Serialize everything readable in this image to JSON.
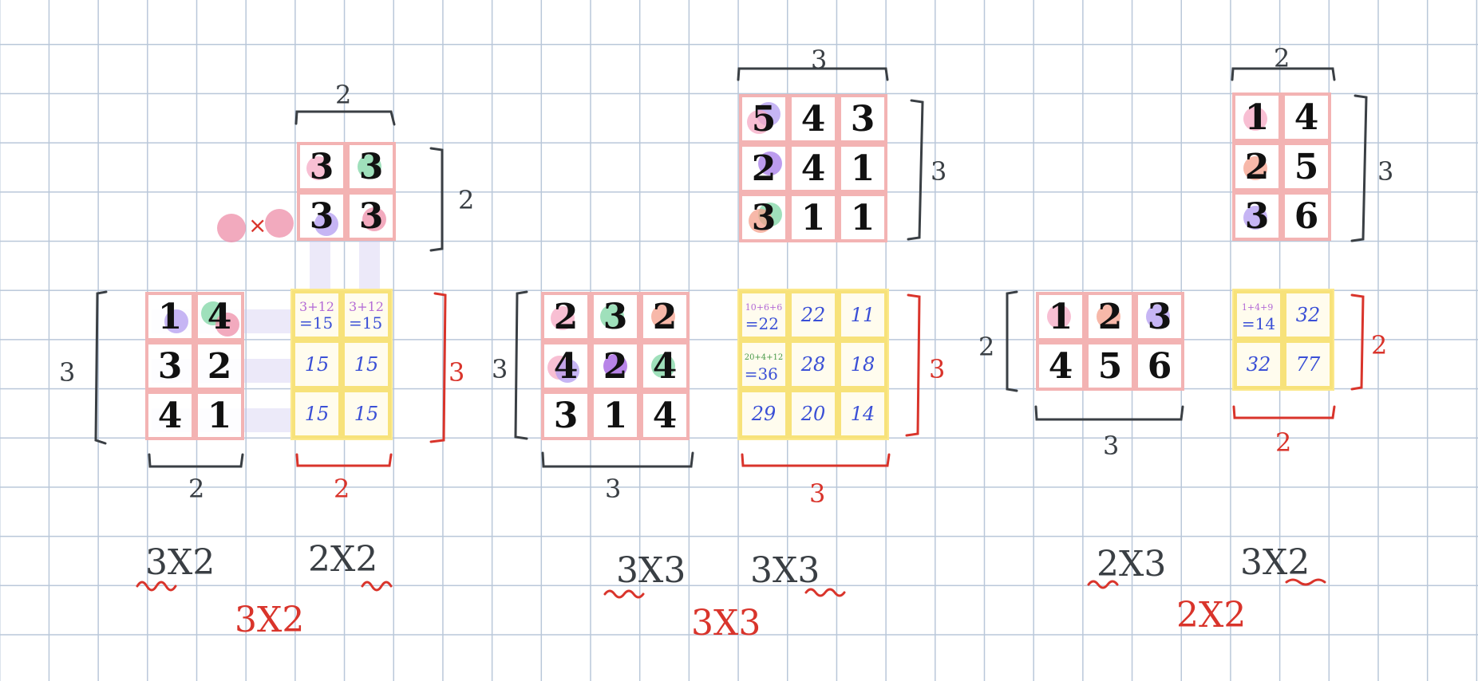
{
  "colors": {
    "pink": "#f3b3b3",
    "yellow": "#f9e07a",
    "dark": "#3a3f44",
    "red": "#d9342b",
    "blue": "#3a4fd6",
    "dot_pink": "#f5a9c4",
    "dot_green": "#7fd6a4",
    "dot_purple": "#b39cf0",
    "dot_salmon": "#f4a08c"
  },
  "example1": {
    "A": {
      "rows": [
        [
          "1",
          "4"
        ],
        [
          "3",
          "2"
        ],
        [
          "4",
          "1"
        ]
      ],
      "rows_label": "3",
      "cols_label": "2",
      "size": "3X2"
    },
    "B": {
      "rows": [
        [
          "3",
          "3"
        ],
        [
          "3",
          "3"
        ]
      ],
      "rows_label": "2",
      "cols_label": "2",
      "size": "2X2"
    },
    "multiply": "×",
    "C": {
      "rows": [
        [
          "3+12 =15",
          "3+12 =15"
        ],
        [
          "15",
          "15"
        ],
        [
          "15",
          "15"
        ]
      ],
      "formula_top": "3+12",
      "formula_bottom": "=15",
      "rows_label": "3",
      "cols_label": "2"
    },
    "result_size": "3X2"
  },
  "example2": {
    "A": {
      "rows": [
        [
          "2",
          "3",
          "2"
        ],
        [
          "4",
          "2",
          "4"
        ],
        [
          "3",
          "1",
          "4"
        ]
      ],
      "rows_label": "3",
      "cols_label": "3",
      "size": "3X3"
    },
    "B": {
      "rows": [
        [
          "5",
          "4",
          "3"
        ],
        [
          "2",
          "4",
          "1"
        ],
        [
          "3",
          "1",
          "1"
        ]
      ],
      "rows_label": "3",
      "cols_label": "3",
      "size": "3X3"
    },
    "C": {
      "rows": [
        [
          "22",
          "22",
          "11"
        ],
        [
          "36",
          "28",
          "18"
        ],
        [
          "29",
          "20",
          "14"
        ]
      ],
      "f1_top": "10+6+6",
      "f1_bottom": "=22",
      "f2_top": "20+4+12",
      "f2_bottom": "=36",
      "rows_label": "3",
      "cols_label": "3"
    },
    "result_size": "3X3"
  },
  "example3": {
    "A": {
      "rows": [
        [
          "1",
          "2",
          "3"
        ],
        [
          "4",
          "5",
          "6"
        ]
      ],
      "rows_label": "2",
      "cols_label": "3",
      "size": "2X3"
    },
    "B": {
      "rows": [
        [
          "1",
          "4"
        ],
        [
          "2",
          "5"
        ],
        [
          "3",
          "6"
        ]
      ],
      "rows_label": "3",
      "cols_label": "2",
      "size": "3X2"
    },
    "C": {
      "rows": [
        [
          "14",
          "32"
        ],
        [
          "32",
          "77"
        ]
      ],
      "f1_top": "1+4+9",
      "f1_bottom": "=14",
      "rows_label": "2",
      "cols_label": "2"
    },
    "result_size": "2X2"
  }
}
